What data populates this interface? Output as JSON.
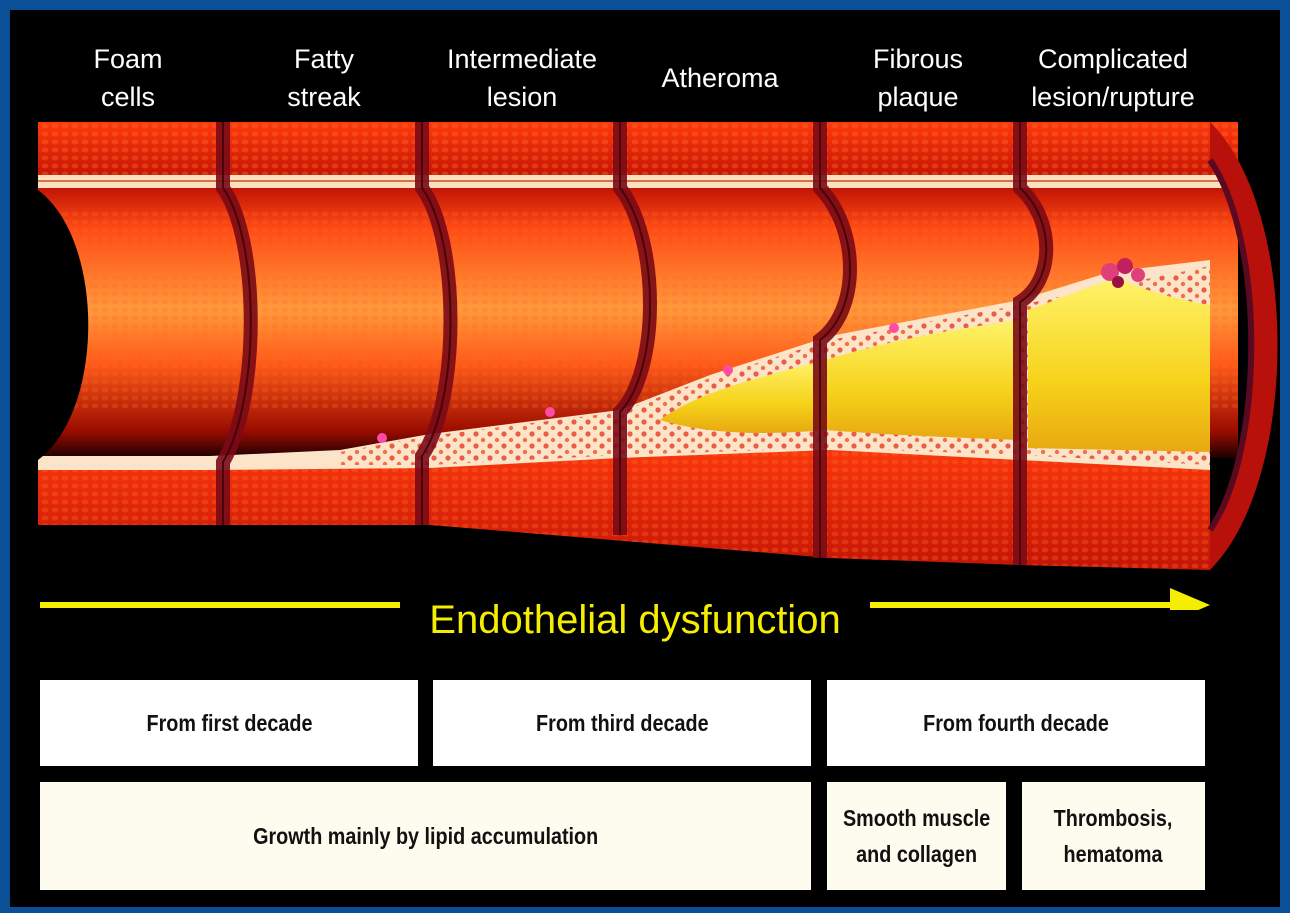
{
  "stages": [
    {
      "label": "Foam\ncells"
    },
    {
      "label": "Fatty\nstreak"
    },
    {
      "label": "Intermediate\nlesion"
    },
    {
      "label": "Atheroma"
    },
    {
      "label": "Fibrous\nplaque"
    },
    {
      "label": "Complicated\nlesion/rupture"
    }
  ],
  "arrow": {
    "label": "Endothelial dysfunction",
    "color": "#f5ee00"
  },
  "onset": [
    {
      "label": "From first decade"
    },
    {
      "label": "From third decade"
    },
    {
      "label": "From fourth decade"
    }
  ],
  "growth": [
    {
      "label": "Growth mainly by lipid accumulation"
    },
    {
      "label": "Smooth muscle\nand collagen"
    },
    {
      "label": "Thrombosis,\nhematoma"
    }
  ],
  "colors": {
    "background": "#000000",
    "border": "#0b4f96",
    "vessel": "#e8240a",
    "lipid": "#f6d21a"
  }
}
